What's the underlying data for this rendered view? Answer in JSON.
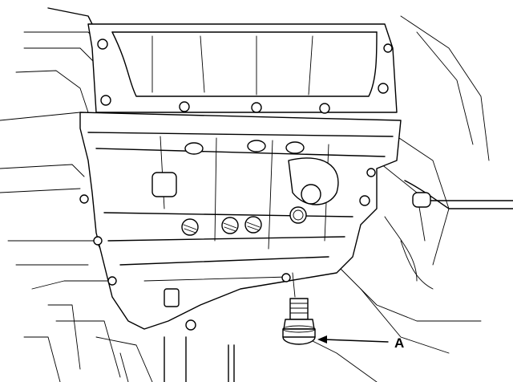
{
  "diagram": {
    "callouts": [
      {
        "id": "A",
        "label": "A",
        "target": "drain-plug"
      }
    ]
  },
  "colors": {
    "line": "#000000",
    "background": "#ffffff"
  }
}
